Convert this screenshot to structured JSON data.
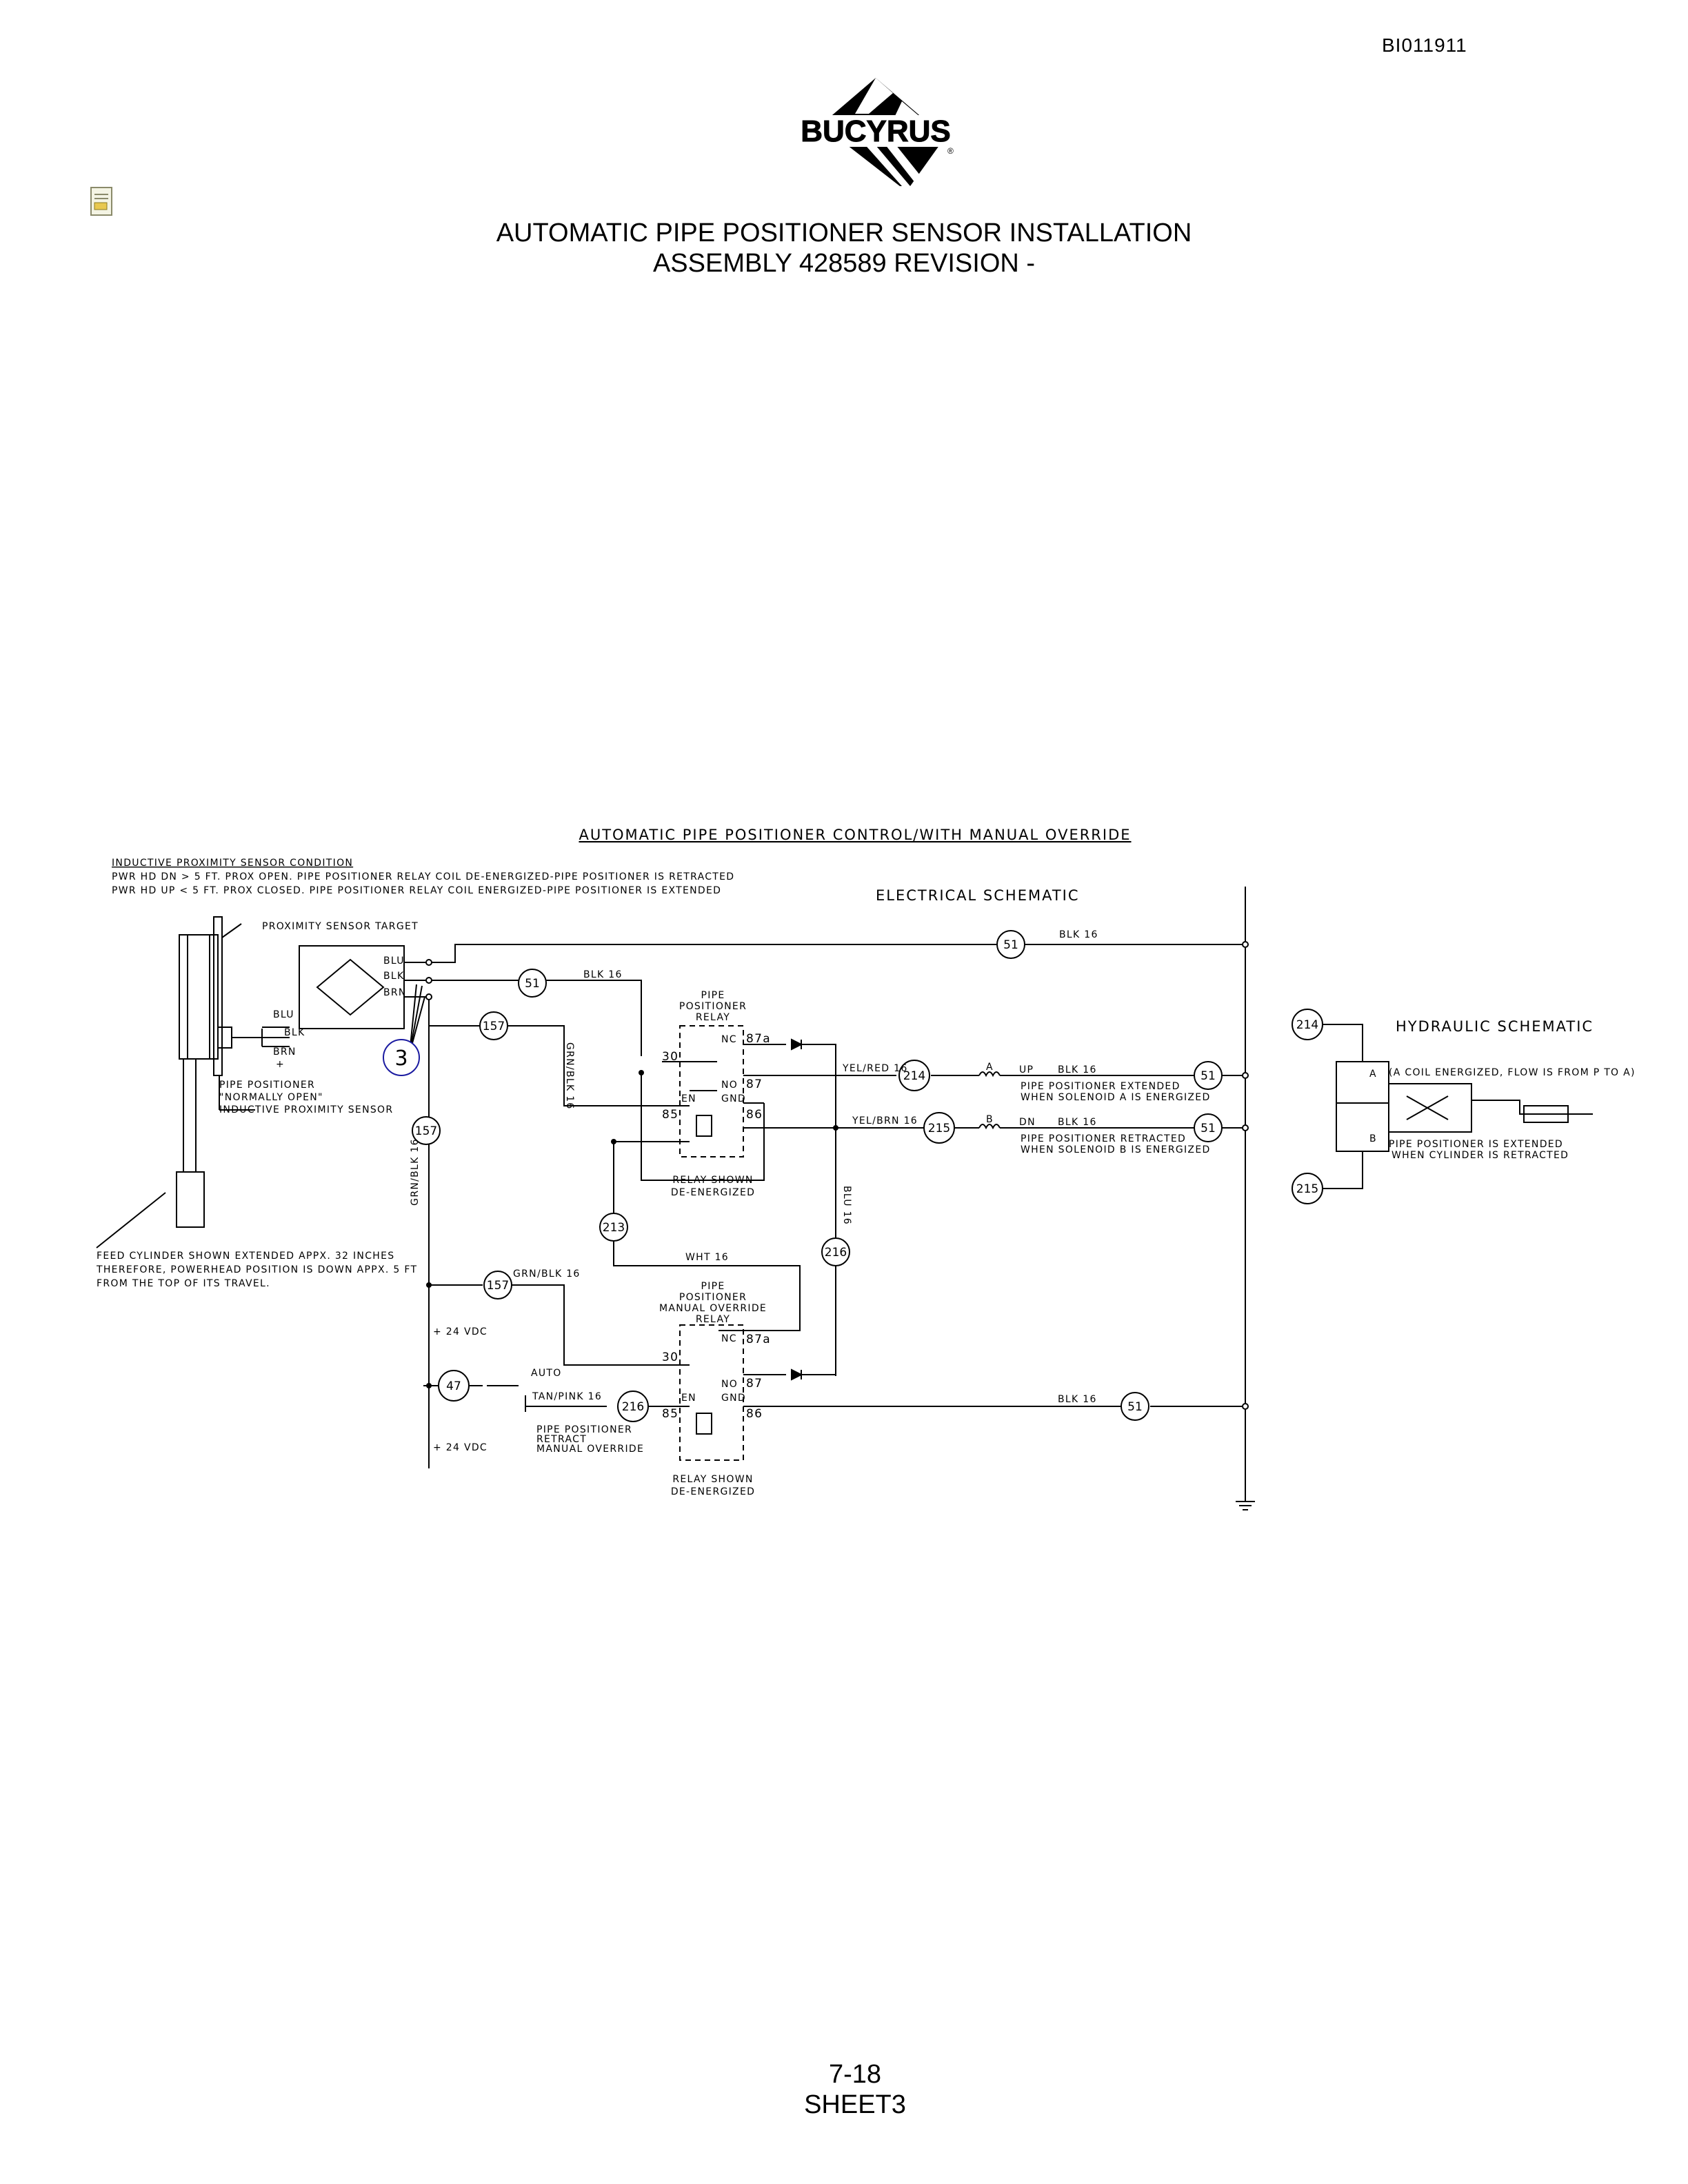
{
  "header": {
    "doc_id": "BI011911",
    "brand": "BUCYRUS"
  },
  "title": {
    "line1": "AUTOMATIC PIPE POSITIONER SENSOR INSTALLATION",
    "line2": "ASSEMBLY 428589 REVISION -"
  },
  "diagram": {
    "heading": "AUTOMATIC PIPE POSITIONER CONTROL/WITH MANUAL OVERRIDE",
    "electrical_heading": "ELECTRICAL SCHEMATIC",
    "hydraulic_heading": "HYDRAULIC SCHEMATIC",
    "sensor_condition": {
      "heading": "INDUCTIVE PROXIMITY SENSOR CONDITION",
      "line1": "PWR HD DN > 5 FT. PROX OPEN. PIPE POSITIONER RELAY COIL DE-ENERGIZED-PIPE POSITIONER IS RETRACTED",
      "line2": "PWR HD UP < 5 FT. PROX CLOSED. PIPE POSITIONER RELAY COIL ENERGIZED-PIPE POSITIONER IS EXTENDED"
    },
    "prox_target": "PROXIMITY SENSOR TARGET",
    "sensor_label": {
      "l1": "PIPE POSITIONER",
      "l2": "\"NORMALLY OPEN\"",
      "l3": "INDUCTIVE PROXIMITY SENSOR"
    },
    "feed_cylinder": {
      "l1": "FEED CYLINDER SHOWN EXTENDED APPX. 32 INCHES",
      "l2": "THEREFORE, POWERHEAD POSITION IS DOWN APPX. 5 FT",
      "l3": "FROM THE TOP OF ITS TRAVEL."
    },
    "wires": {
      "blu": "BLU",
      "blk": "BLK",
      "brn": "BRN",
      "plus": "+",
      "blk16": "BLK 16",
      "grn_blk16": "GRN/BLK 16",
      "wht16": "WHT 16",
      "yel_red16": "YEL/RED 16",
      "yel_brn16": "YEL/BRN 16",
      "blu16": "BLU 16",
      "tan_pink16": "TAN/PINK 16",
      "vdc": "+ 24 VDC"
    },
    "callout": "3",
    "nodes": [
      "51",
      "51",
      "157",
      "157",
      "157",
      "213",
      "214",
      "215",
      "216",
      "216",
      "51",
      "51",
      "51",
      "47",
      "214",
      "215"
    ],
    "relay1": {
      "l1": "PIPE",
      "l2": "POSITIONER",
      "l3": "RELAY",
      "shown1": "RELAY SHOWN",
      "shown2": "DE-ENERGIZED"
    },
    "relay2": {
      "l1": "PIPE",
      "l2": "POSITIONER",
      "l3": "MANUAL OVERRIDE",
      "l4": "RELAY",
      "shown1": "RELAY SHOWN",
      "shown2": "DE-ENERGIZED"
    },
    "pins": {
      "nc": "NC",
      "p87a": "87a",
      "p30": "30",
      "no": "NO",
      "p87": "87",
      "en": "EN",
      "gnd": "GND",
      "p85": "85",
      "p86": "86"
    },
    "solenoids": {
      "a": "A",
      "up": "UP",
      "a_l1": "PIPE POSITIONER EXTENDED",
      "a_l2": "WHEN SOLENOID A IS ENERGIZED",
      "b": "B",
      "dn": "DN",
      "b_l1": "PIPE POSITIONER RETRACTED",
      "b_l2": "WHEN SOLENOID B IS ENERGIZED"
    },
    "switch": {
      "auto": "AUTO",
      "l1": "PIPE POSITIONER",
      "l2": "RETRACT",
      "l3": "MANUAL OVERRIDE"
    },
    "hydraulic": {
      "flow_note": "(A COIL ENERGIZED, FLOW IS FROM P TO A)",
      "ext_l1": "PIPE POSITIONER IS EXTENDED",
      "ext_l2": "WHEN CYLINDER IS RETRACTED",
      "port_a": "A",
      "port_b": "B"
    }
  },
  "footer": {
    "page": "7-18",
    "sheet": "SHEET3"
  }
}
